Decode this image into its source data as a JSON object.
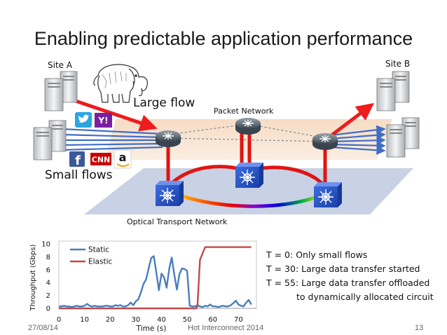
{
  "slide": {
    "title": "Enabling predictable application performance",
    "footer": {
      "date": "27/08/14",
      "venue": "Hot Interconnect 2014",
      "page": "13"
    }
  },
  "diagram": {
    "site_a": "Site A",
    "site_b": "Site B",
    "large_flow": "Large flow",
    "small_flows": "Small flows",
    "packet_network": "Packet Network",
    "optical_network": "Optical Transport Network",
    "logos": {
      "yahoo": "Y!",
      "facebook": "f",
      "cnn": "CNN",
      "amazon": "a"
    },
    "icons": [
      "server-icon",
      "elephant-icon",
      "router-icon",
      "optical-switch-icon",
      "twitter-icon",
      "yahoo-icon",
      "facebook-icon",
      "cnn-icon",
      "amazon-icon"
    ]
  },
  "notes": [
    "T =  0: Only small flows",
    "T = 30: Large data transfer started",
    "T = 55: Large data transfer offloaded",
    "to dynamically allocated circuit"
  ],
  "chart_data": {
    "type": "line",
    "xlabel": "Time (s)",
    "ylabel": "Throughput (Gbps)",
    "xlim": [
      0,
      77
    ],
    "ylim": [
      0,
      10
    ],
    "xticks": [
      0,
      10,
      20,
      30,
      40,
      50,
      60,
      70
    ],
    "yticks": [
      0,
      2,
      4,
      6,
      8,
      10
    ],
    "grid": false,
    "legend": "top-left",
    "series": [
      {
        "name": "Static",
        "color": "#4a7ebb",
        "x": [
          0,
          1,
          2,
          3,
          4,
          5,
          6,
          7,
          8,
          9,
          10,
          11,
          12,
          13,
          14,
          15,
          16,
          17,
          18,
          19,
          20,
          21,
          22,
          23,
          24,
          25,
          26,
          27,
          28,
          29,
          30,
          31,
          32,
          33,
          34,
          35,
          36,
          37,
          38,
          39,
          40,
          41,
          42,
          43,
          44,
          45,
          46,
          47,
          48,
          49,
          50,
          51,
          52,
          53,
          54,
          55,
          56,
          57,
          58,
          59,
          60,
          61,
          62,
          63,
          64,
          65,
          66,
          67,
          68,
          69,
          70,
          71,
          72,
          73,
          74,
          75
        ],
        "values": [
          0.3,
          0.3,
          0.4,
          0.3,
          0.3,
          0.2,
          0.3,
          0.4,
          0.3,
          0.3,
          0.4,
          0.7,
          0.4,
          0.3,
          0.4,
          0.3,
          0.3,
          0.3,
          0.4,
          0.4,
          0.3,
          0.3,
          0.5,
          0.4,
          0.5,
          0.3,
          0.3,
          0.5,
          0.9,
          0.5,
          1.1,
          1.4,
          2.5,
          3.8,
          4.5,
          6.2,
          7.8,
          8.1,
          5.5,
          2.8,
          5.4,
          4.8,
          3.2,
          6.1,
          7.9,
          5.2,
          2.9,
          5.3,
          6.2,
          6.1,
          5.8,
          0.4,
          0.3,
          0.3,
          0.5,
          0.3,
          0.2,
          0.4,
          0.3,
          0.6,
          0.3,
          0.3,
          0.2,
          0.3,
          0.4,
          0.3,
          0.3,
          0.5,
          0.8,
          1.2,
          0.6,
          0.4,
          0.3,
          0.9,
          1.3,
          0.6
        ]
      },
      {
        "name": "Elastic",
        "color": "#be4b48",
        "x": [
          0,
          10,
          20,
          30,
          40,
          50,
          53.5,
          54,
          55,
          57,
          60,
          65,
          70,
          75
        ],
        "values": [
          0,
          0,
          0,
          0,
          0,
          0,
          0,
          0.3,
          7.5,
          9.5,
          9.5,
          9.5,
          9.5,
          9.5
        ]
      }
    ]
  }
}
